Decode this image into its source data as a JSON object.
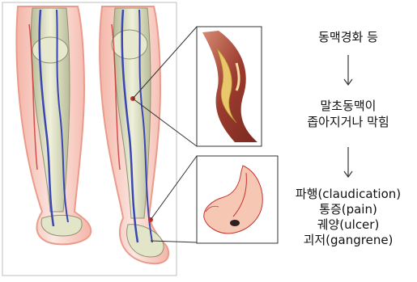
{
  "flow": {
    "step1": "동맥경화 등",
    "step2_line1": "말초동맥이",
    "step2_line2": "좁아지거나 막힘",
    "outcomes": [
      "파행(claudication)",
      "통증(pain)",
      "궤양(ulcer)",
      "괴저(gangrene)"
    ]
  },
  "colors": {
    "frame": "#bfbfbf",
    "skin": "#f4b6a6",
    "bone": "#d9dcc0",
    "vein": "#3a47b0",
    "artery": "#c9302c",
    "plaque": "#e8c86a"
  },
  "icons": [
    "down-arrow-icon",
    "down-arrow-icon"
  ]
}
